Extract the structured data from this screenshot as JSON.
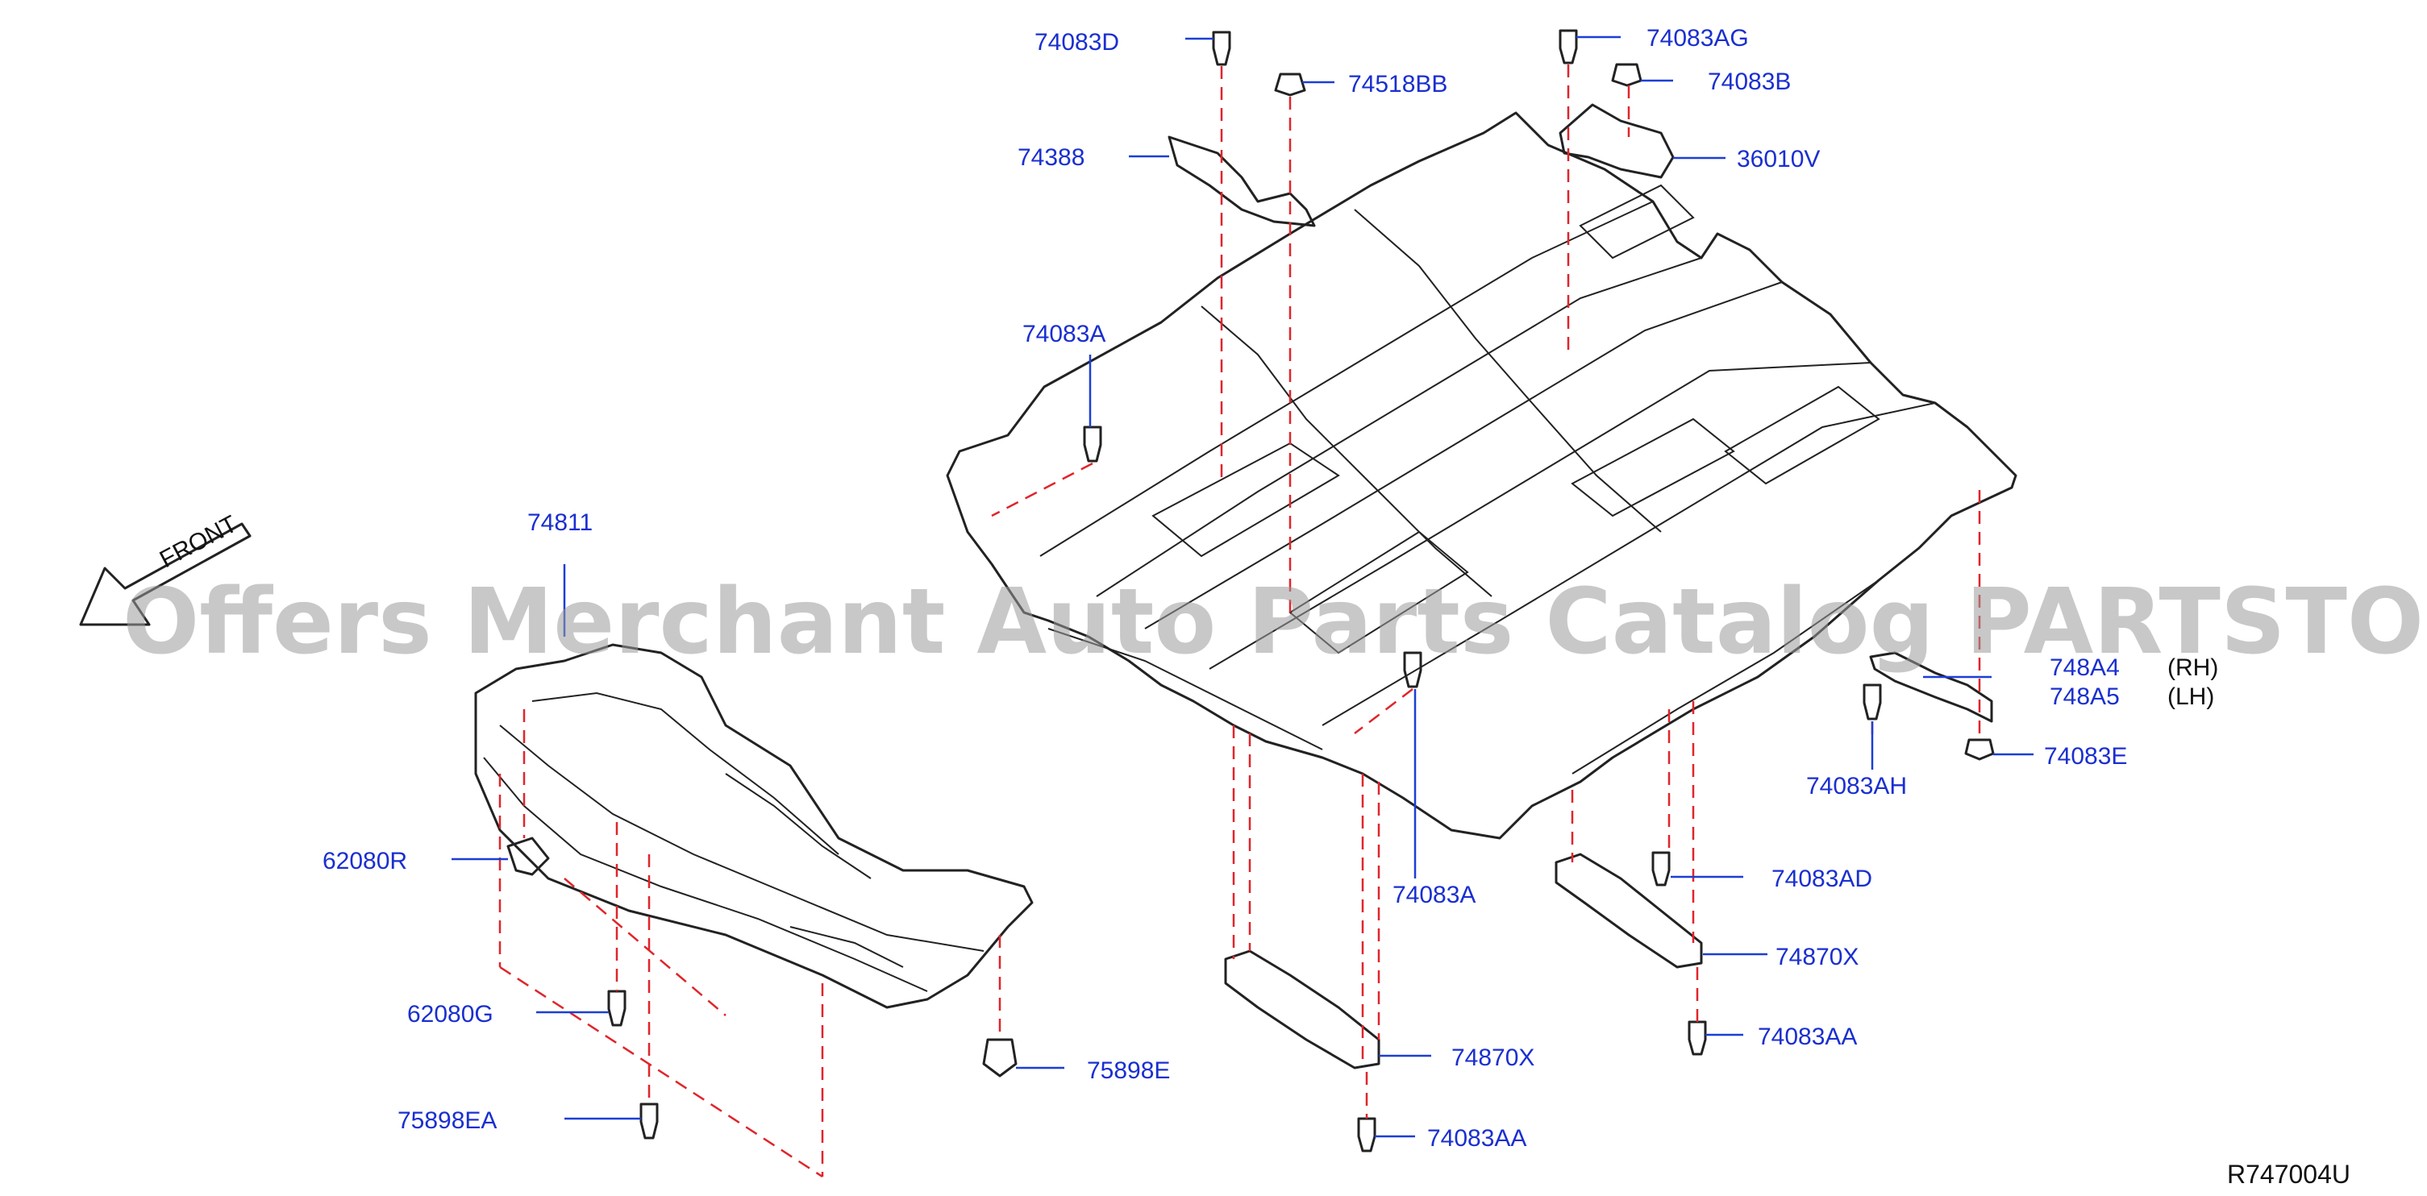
{
  "watermark": "Offers Merchant Auto Parts Catalog PARTSTORE.SA",
  "front_label": "FRONT",
  "diagram_code": "R747004U",
  "callouts": [
    {
      "id": "c1",
      "label": "74083D"
    },
    {
      "id": "c2",
      "label": "74518BB"
    },
    {
      "id": "c3",
      "label": "74083AG"
    },
    {
      "id": "c4",
      "label": "74083B"
    },
    {
      "id": "c5",
      "label": "74388"
    },
    {
      "id": "c6",
      "label": "36010V"
    },
    {
      "id": "c7",
      "label": "74083A"
    },
    {
      "id": "c8",
      "label": "74811"
    },
    {
      "id": "c9",
      "label": "748A4"
    },
    {
      "id": "c10",
      "label": "748A5"
    },
    {
      "id": "c11",
      "label": "74083E"
    },
    {
      "id": "c12",
      "label": "74083AH"
    },
    {
      "id": "c13",
      "label": "62080R"
    },
    {
      "id": "c14",
      "label": "74083A"
    },
    {
      "id": "c15",
      "label": "74083AD"
    },
    {
      "id": "c16",
      "label": "74870X"
    },
    {
      "id": "c17",
      "label": "62080G"
    },
    {
      "id": "c18",
      "label": "74870X"
    },
    {
      "id": "c19",
      "label": "74083AA"
    },
    {
      "id": "c20",
      "label": "75898E"
    },
    {
      "id": "c21",
      "label": "75898EA"
    },
    {
      "id": "c22",
      "label": "74083AA"
    }
  ],
  "side_notes": {
    "rh": "(RH)",
    "lh": "(LH)"
  }
}
